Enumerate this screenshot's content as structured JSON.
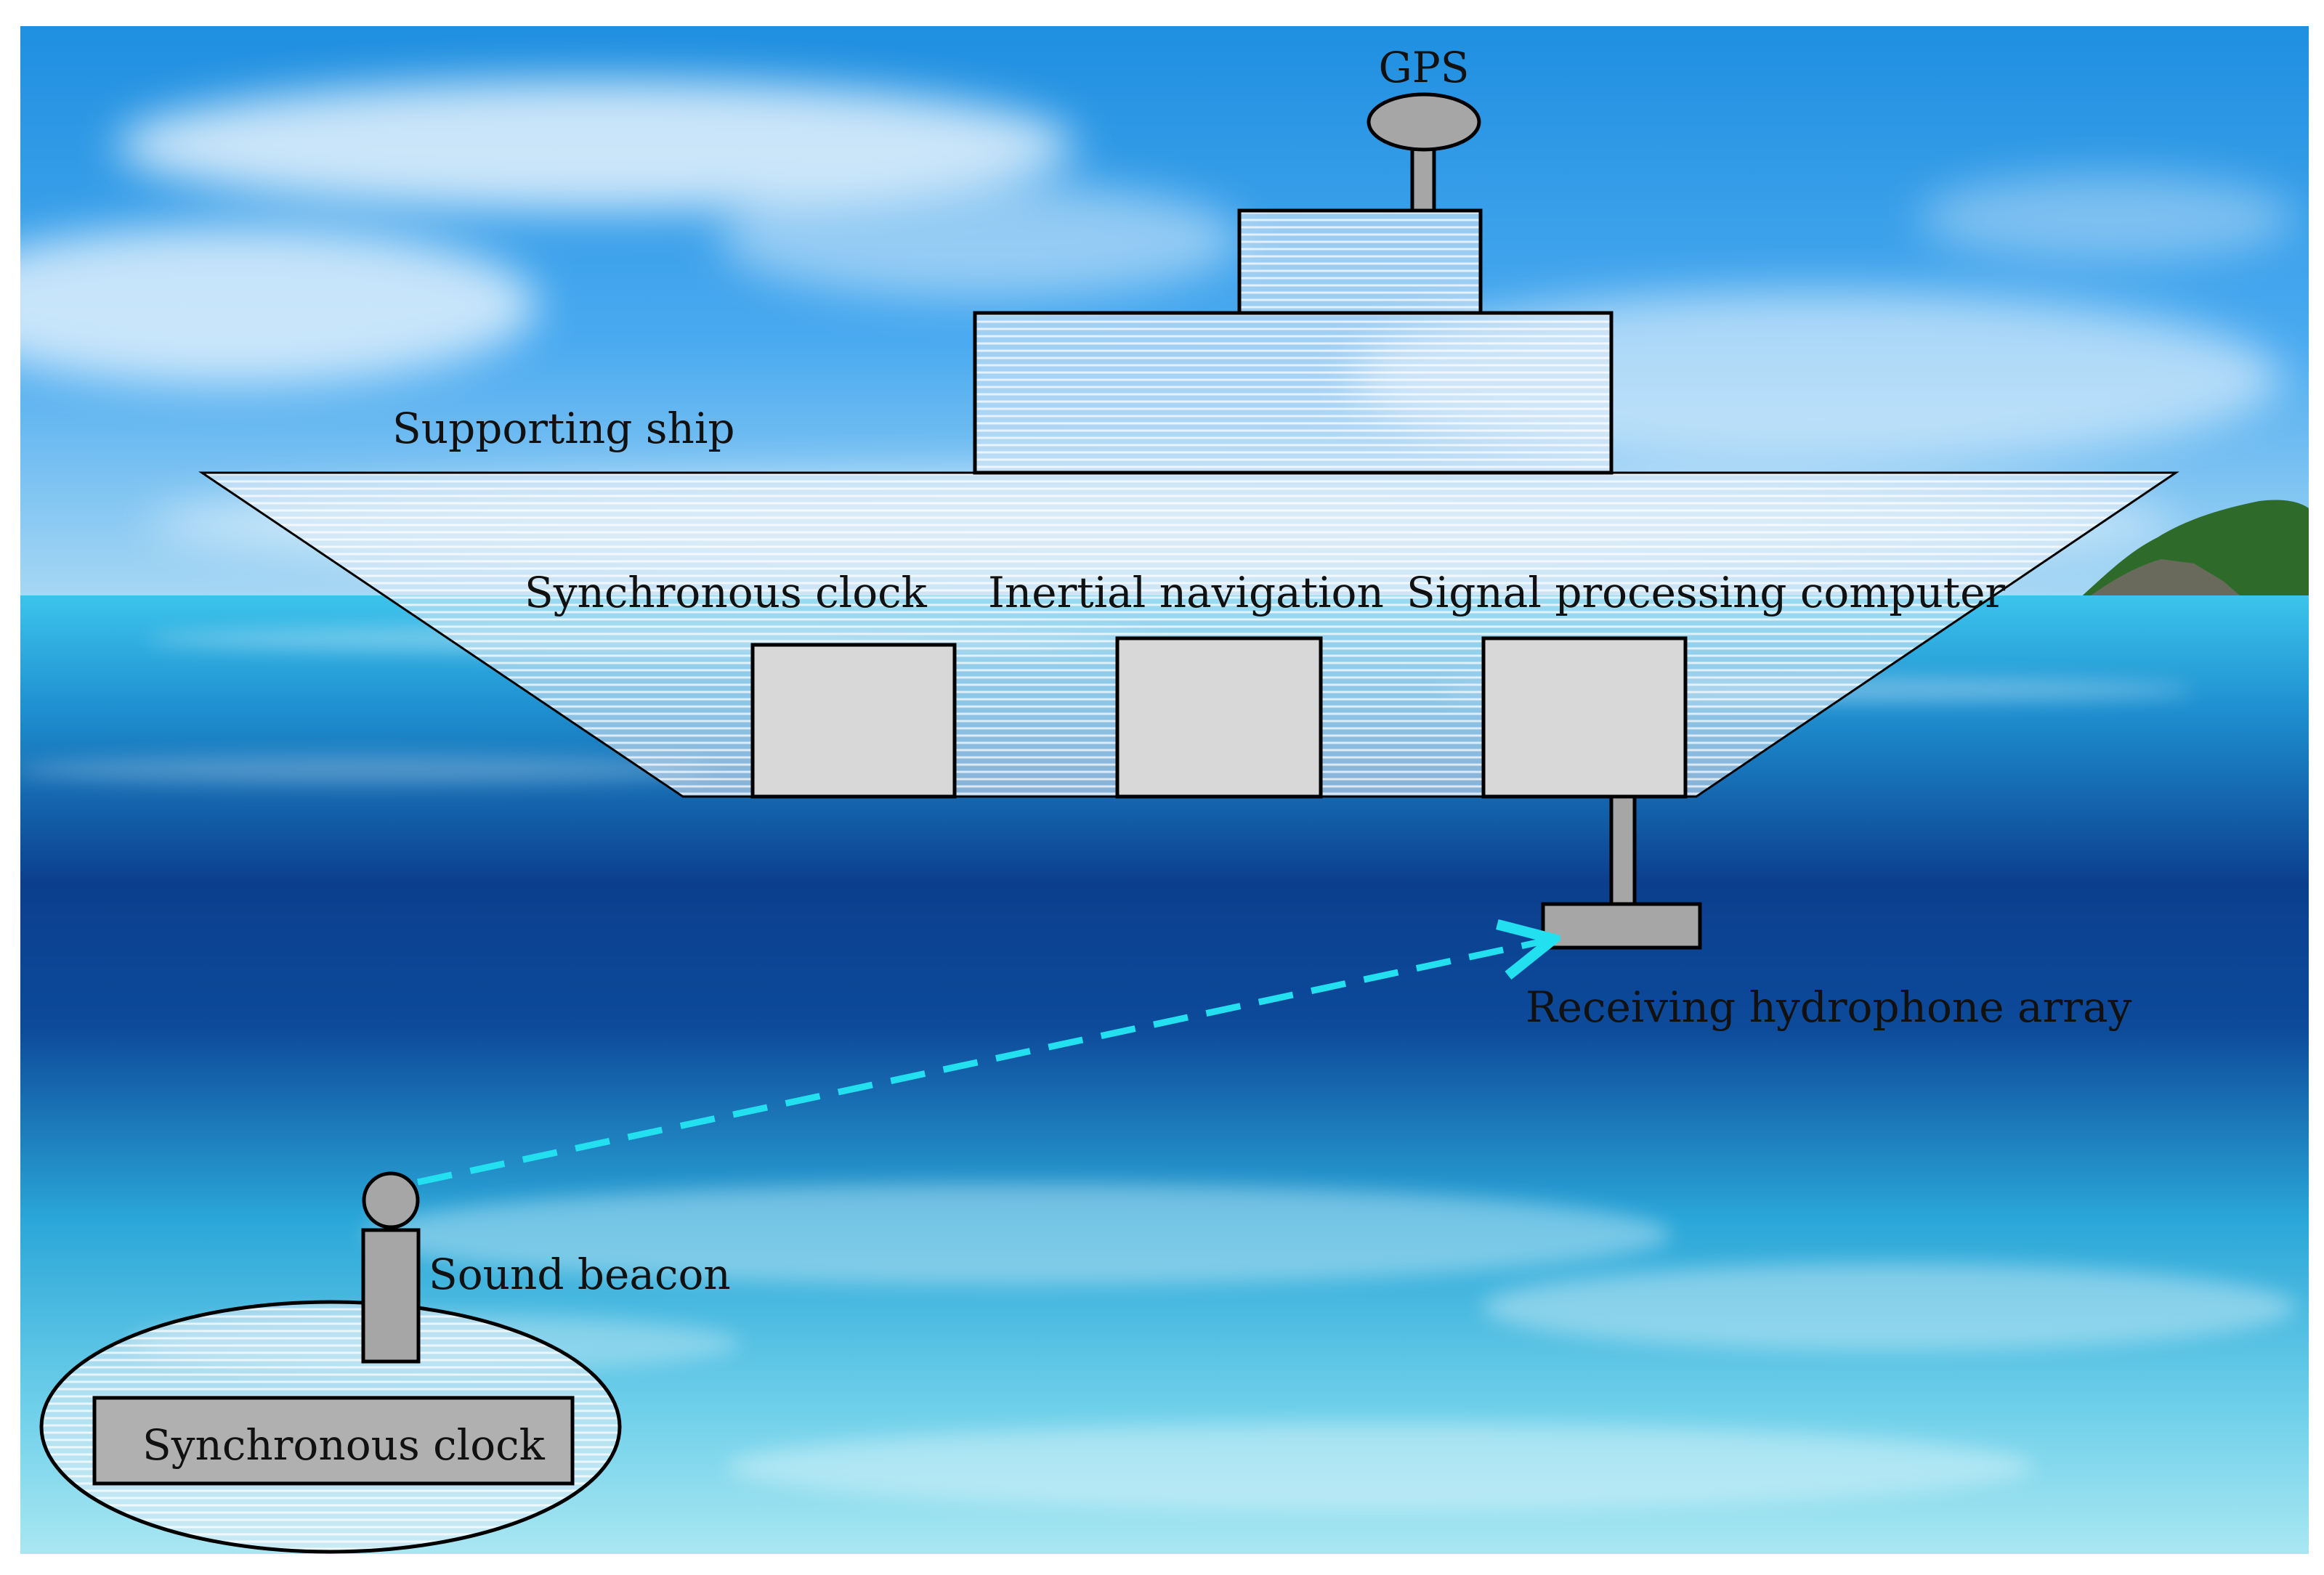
{
  "labels": {
    "gps": "GPS",
    "supporting_ship": "Supporting ship",
    "synchronous_clock_ship": "Synchronous clock",
    "inertial_navigation": "Inertial navigation",
    "signal_processing_computer": "Signal processing computer",
    "receiving_hydrophone_array": "Receiving hydrophone array",
    "sound_beacon": "Sound beacon",
    "synchronous_clock_beacon": "Synchronous clock"
  },
  "colors": {
    "sky_top": "#1f8fe0",
    "sky_bottom": "#9fd4f2",
    "sea_surface": "#2fb3e6",
    "sea_deep": "#0a3f8c",
    "sea_light": "#7fd6ea",
    "island": "#2e6b2a",
    "equipment_fill": "#d8d8d8",
    "mast_fill": "#a6a6a6",
    "signal_path": "#22e0f0"
  }
}
